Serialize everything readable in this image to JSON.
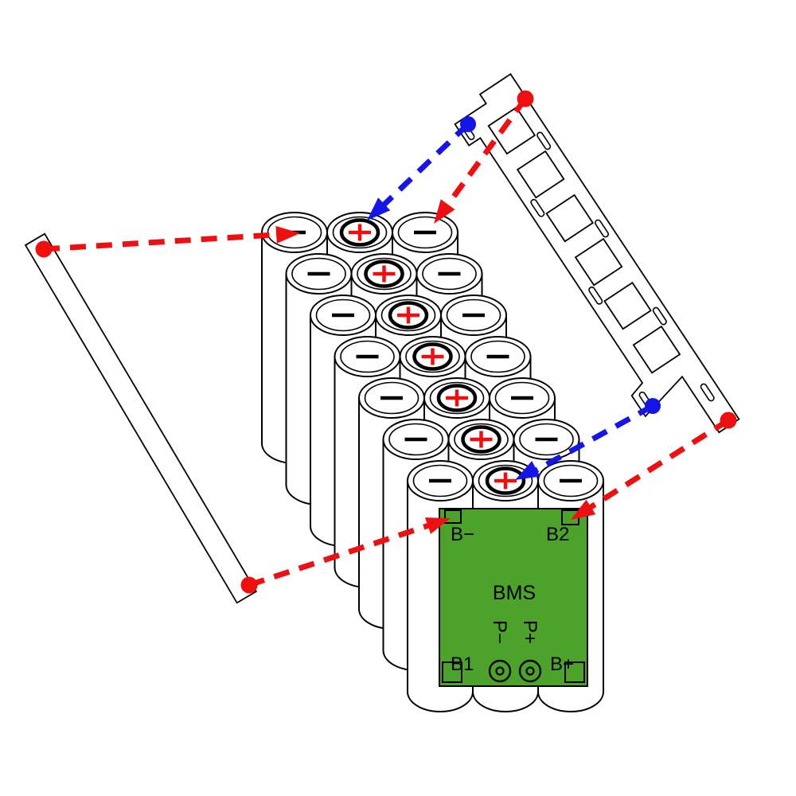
{
  "colors": {
    "red": "#ee1010",
    "blue": "#1515e8",
    "board_green": "#4da22b",
    "line_black": "#000000",
    "cell_white": "#ffffff"
  },
  "bms": {
    "name_label": "BMS",
    "pad_labels": {
      "b_minus": "B−",
      "b2": "B2",
      "b1": "B1",
      "b_plus": "B+",
      "p_minus": "P−",
      "p_plus": "P+"
    }
  },
  "pack": {
    "rows": 7,
    "cells_per_row": 3,
    "row_polarities": [
      "minus",
      "plus",
      "minus"
    ]
  },
  "strips": {
    "left_name": "plain-nickel-strip",
    "right_name": "perforated-nickel-strip"
  },
  "connections": [
    {
      "color": "red",
      "from": "left-strip-top",
      "to": "row1-left-cell-minus"
    },
    {
      "color": "red",
      "from": "right-strip-top",
      "to": "row1-right-cell-minus"
    },
    {
      "color": "blue",
      "from": "right-strip-upper",
      "to": "row1-center-cell-plus"
    },
    {
      "color": "red",
      "from": "left-strip-bottom",
      "to": "bms-pad-b-minus"
    },
    {
      "color": "red",
      "from": "right-strip-bottom",
      "to": "bms-pad-b2"
    },
    {
      "color": "blue",
      "from": "right-strip-lower",
      "to": "row7-center-cell-plus"
    }
  ]
}
